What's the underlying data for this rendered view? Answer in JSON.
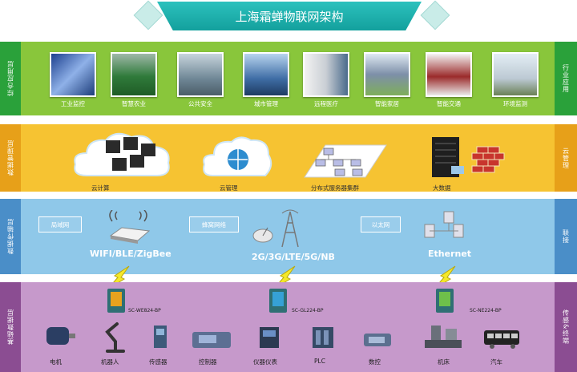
{
  "title": "上海霜蝉物联网架构",
  "layers": {
    "app": {
      "left_label": "综合应用层",
      "right_label": "行业应用",
      "items": [
        "工业监控",
        "智慧农业",
        "公共安全",
        "城市管理",
        "远程医疗",
        "智能家居",
        "智能交通",
        "环境监测"
      ]
    },
    "data": {
      "left_label": "数据管理层",
      "right_label": "云管理",
      "items": [
        "云计算",
        "云管理",
        "分布式服务器集群",
        "大数据"
      ]
    },
    "transport": {
      "left_label": "数据传输层",
      "right_label": "联接",
      "boxes": [
        "局域网",
        "蜂窝网络",
        "以太网"
      ],
      "networks": [
        "WIFI/BLE/ZigBee",
        "2G/3G/LTE/5G/NB",
        "Ethernet"
      ]
    },
    "base": {
      "left_label": "基础数据层",
      "right_label": "传感&终端",
      "gateways": [
        "SC-WE824-BP",
        "SC-GL224-BP",
        "SC-NE224-BP"
      ],
      "devices": [
        "电机",
        "机器人",
        "传感器",
        "控制器",
        "仪器仪表",
        "PLC",
        "数控",
        "机床",
        "汽车"
      ]
    }
  },
  "colors": {
    "app": "#89c63b",
    "data": "#f6c332",
    "transport": "#8fc8e9",
    "base": "#c699cb",
    "banner": "#13a09d"
  },
  "icons": {
    "lightning": "lightning-icon",
    "cloud": "cloud-icon",
    "router": "router-icon",
    "tower": "signal-tower-icon",
    "gateway": "gateway-icon"
  }
}
